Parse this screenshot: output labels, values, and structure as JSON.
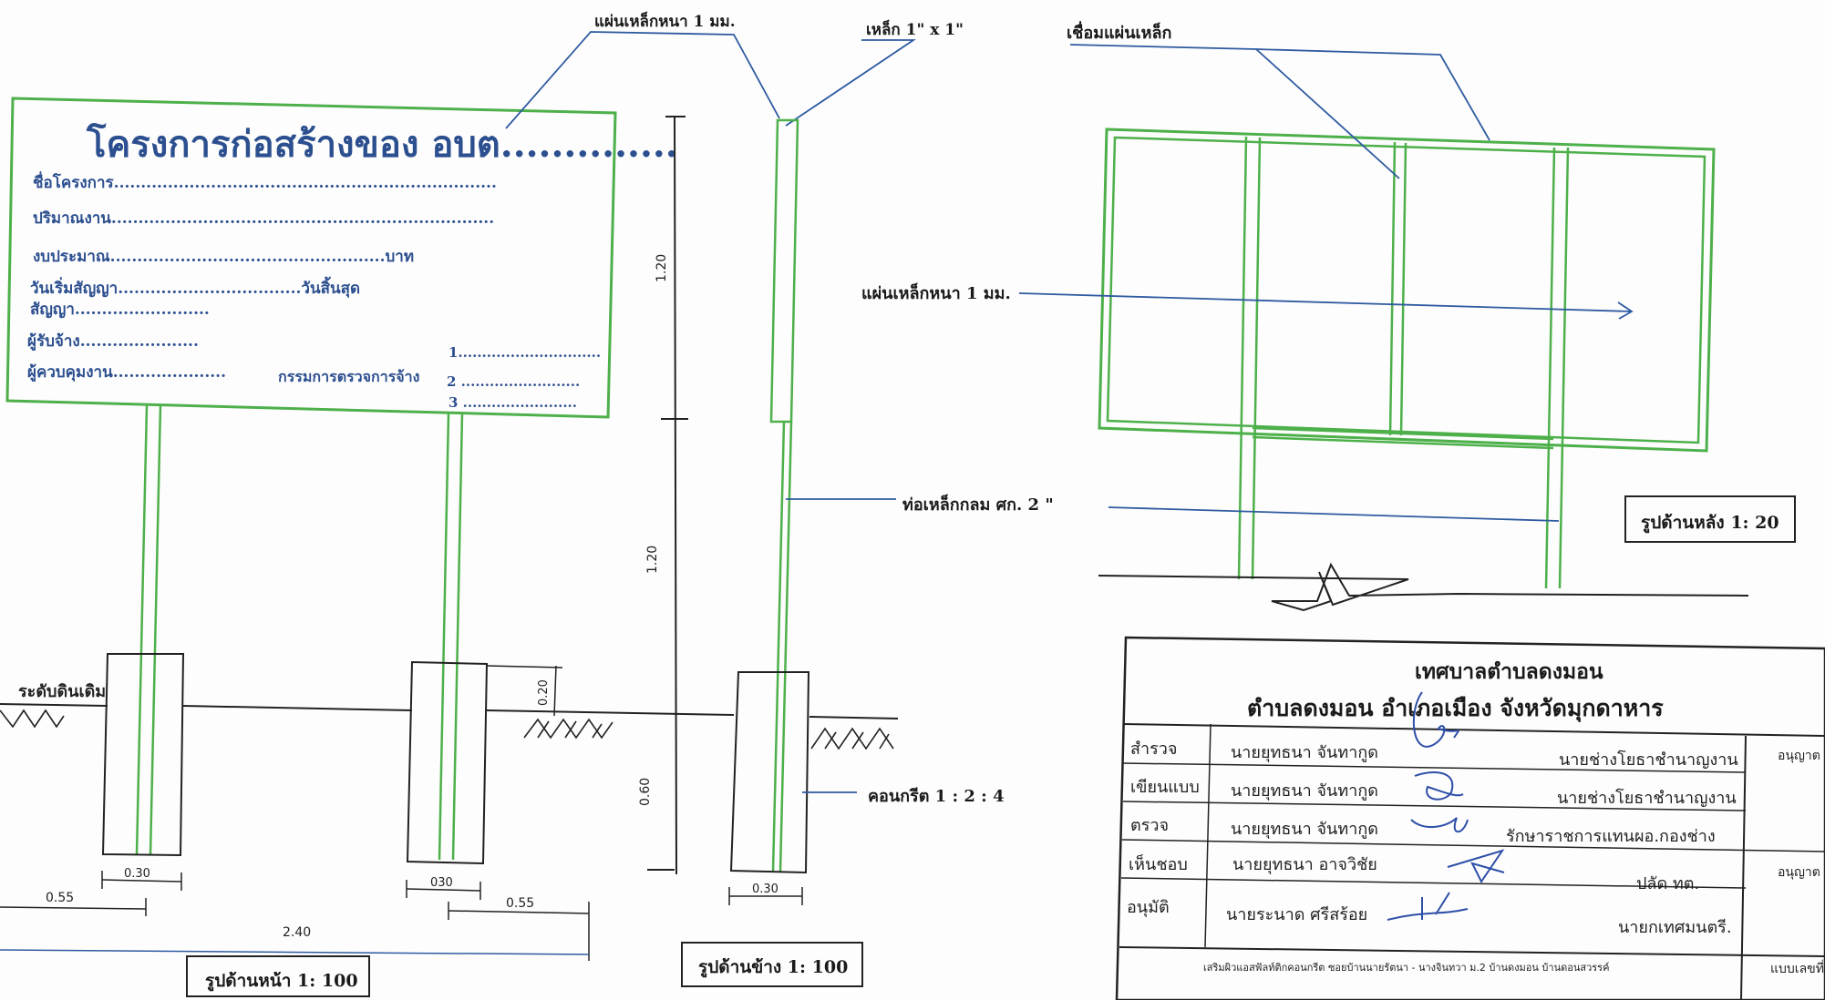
{
  "callouts": {
    "plate_top": "แผ่นเหล็กหนา 1 มม.",
    "steel_1x1": "เหล็ก 1\" x 1\"",
    "weld_plate": "เชื่อมแผ่นเหล็ก",
    "plate_back": "แผ่นเหล็กหนา 1 มม.",
    "pipe": "ท่อเหล็กกลม ศก. 2 \"",
    "concrete": "คอนกรีต 1 :  2 : 4",
    "ground_level": "ระดับดินเดิม"
  },
  "sign": {
    "title": "โครงการก่อสร้างของ อบต..............",
    "project_name": "ชื่อโครงการ.......................................................................",
    "quantity": "ปริมาณงาน.......................................................................",
    "budget": "งบประมาณ...................................................บาท",
    "contract_start": "วันเริ่มสัญญา..................................วันสิ้นสุด",
    "contract": "สัญญา.........................",
    "contractor": "ผู้รับจ้าง......................",
    "supervisor": "ผู้ควบคุมงาน.....................",
    "committee": "กรรมการตรวจการจ้าง",
    "member1": "1..............................",
    "member2": "2 .........................",
    "member3": "3 ........................"
  },
  "dimensions": {
    "h_upper": "1.20",
    "h_lower": "1.20",
    "depth": "0.60",
    "cap": "0.20",
    "foot_w1": "0.30",
    "foot_w2": "030",
    "foot_w3": "0.30",
    "offset1": "0.55",
    "offset2": "0.55",
    "total": "2.40"
  },
  "views": {
    "front": "รูปด้านหน้า  1: 100",
    "side": "รูปด้านข้าง  1: 100",
    "back": "รูปด้านหลัง  1: 20"
  },
  "title_block": {
    "org": "เทศบาลตำบลดงมอน",
    "location": "ตำบลดงมอน  อำเภอเมือง  จังหวัดมุกดาหาร",
    "rows": [
      {
        "role": "สำรวจ",
        "name": "นายยุทธนา  จันทากูด",
        "position": "นายช่างโยธาชำนาญงาน"
      },
      {
        "role": "เขียนแบบ",
        "name": "นายยุทธนา  จันทากูด",
        "position": "นายช่างโยธาชำนาญงาน"
      },
      {
        "role": "ตรวจ",
        "name": "นายยุทธนา  จันทากูด",
        "position": "รักษาราชการแทนผอ.กองช่าง"
      },
      {
        "role": "เห็นชอบ",
        "name": "นายยุทธนา อาจวิชัย",
        "position": "ปลัด ทต."
      },
      {
        "role": "อนุมัติ",
        "name": "นายระนาด ศรีสร้อย",
        "position": "นายกเทศมนตรี."
      }
    ],
    "right_col_1": "อนุญาต",
    "right_col_2": "อนุญาต",
    "right_col_3": "แบบเลขที่",
    "footer": "เสริมผิวแอสฟัลท์ติกคอนกรีต ซอยบ้านนายรัตนา - นางจินทวา ม.2 บ้านดงมอน บ้านดอนสวรรค์"
  }
}
